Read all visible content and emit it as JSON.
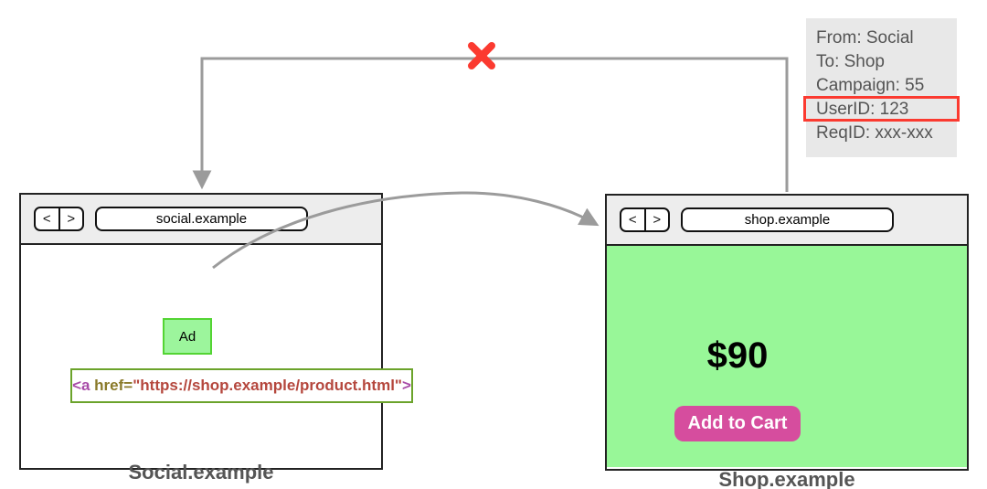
{
  "annotation": {
    "lines": [
      "From: Social",
      "To: Shop",
      "Campaign: 55",
      "UserID: 123",
      "ReqID: xxx-xxx"
    ],
    "highlighted_line": "UserID: 123"
  },
  "social_window": {
    "nav_back": "<",
    "nav_forward": ">",
    "url": "social.example",
    "ad_label": "Ad",
    "code": {
      "open_tag": "<a",
      "attr": " href=",
      "string": "\"https://shop.example/product.html\"",
      "close_tag": ">"
    },
    "label": "Social.example"
  },
  "shop_window": {
    "nav_back": "<",
    "nav_forward": ">",
    "url": "shop.example",
    "price": "$90",
    "add_to_cart_label": "Add to Cart",
    "label": "Shop.example"
  },
  "colors": {
    "arrow_gray": "#9b9b9b",
    "blocked_red": "#fb3a30",
    "shop_green": "#98f798",
    "ad_green_fill": "#9cf59c",
    "ad_green_border": "#53d433",
    "cart_pink": "#d64d9e",
    "code_border_green": "#6ba32b",
    "code_purple": "#a84ca8",
    "code_olive": "#8a7a2a",
    "code_red": "#b5473d",
    "toolbar_gray": "#ededed",
    "note_gray": "#e8e8e8",
    "label_gray": "#555555"
  }
}
